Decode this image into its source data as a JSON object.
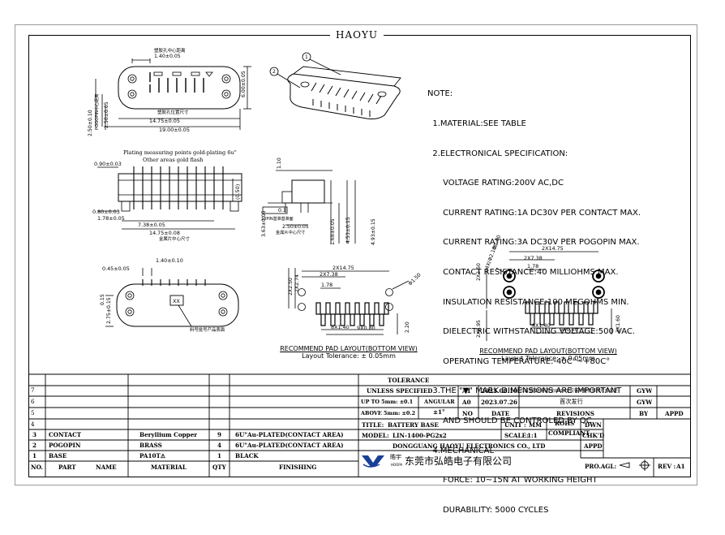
{
  "brand": "HAOYU",
  "notes": {
    "title": "NOTE:",
    "lines": [
      "  1.MATERIAL:SEE TABLE",
      "  2.ELECTRONICAL SPECIFICATION:",
      "      VOLTAGE RATING:200V AC,DC",
      "      CURRENT RATING:1A DC30V PER CONTACT MAX.",
      "      CURRENT RATING:3A DC30V PER POGOPIN MAX.",
      "      CONTACT RESISTANCE:40 MILLIOHMS MAX.",
      "      INSULATION RESISTANCE:100 MEGOHMS MIN.",
      "      DIELECTRIC WITHSTANDING VOLTAGE:500 VAC.",
      "      OPERATING TEMPERATURE:-40C°~+80C°",
      "  3.THE \"▼\" MARK DIMENSIONS ARE IMPORTANT",
      "      AND SHOULD BE CONTROLED BY QC.",
      "  4.MECHANICAL",
      "      FORCE: 10~15N AT WORKING HEIGHT",
      "      DURABILITY: 5000 CYCLES"
    ]
  },
  "drawing": {
    "top_view": {
      "dim_center": "1.40±0.05",
      "dim_center_cn": "塑胶孔中心距离",
      "dim_width_cn": "塑胶孔位置尺寸",
      "dim_a": "14.75±0.05",
      "dim_b": "19.00±0.05",
      "dim_c": "2.50±0.10",
      "dim_d": "2.50±0.05",
      "dim_e": "6.00±0.05",
      "dim_cn_side": "POGOPIN中心距离"
    },
    "side_view": {
      "plating_note": "Plating measuring points gold-plating 6u\"",
      "plating_note2": "Other areas gold flash",
      "dim_a": "0.90±0.03",
      "dim_b": "0.80±0.03",
      "dim_c": "1.78±0.05",
      "dim_d": "7.38±0.05",
      "dim_e": "14.75±0.08",
      "dim_f": "(0.50)",
      "cn_a": "金属片中心尺寸"
    },
    "end_view": {
      "dim_a": "1.10",
      "dim_b": "0.1",
      "dim_c": "2.50±0.05",
      "dim_d": "3.63±0.05",
      "dim_e": "1.68±0.05",
      "dim_f": "4.53±0.15",
      "dim_g": "4.93±0.15",
      "cn_a": "金属片中心尺寸",
      "cn_b": "10PIN基准基准面"
    },
    "bottom_view": {
      "dim_a": "0.45±0.05",
      "dim_b": "1.40±0.10",
      "dim_c": "2.75±0.15",
      "dim_d": "0.15",
      "mark": "XX",
      "cn_a": "料号批号产品表面"
    },
    "pad_left": {
      "dims": [
        "2X14.75",
        "2X7.38",
        "1.78",
        "2X2.50",
        "2X2.74",
        "Φ1.50",
        "8X1.40",
        "9X0.80",
        "2.20"
      ],
      "caption": "RECOMMEND PAD LAYOUT(BOTTOM VIEW)",
      "tolerance": "Layout Tolerance: ± 0.05mm"
    },
    "pad_right": {
      "dims": [
        "2X14.75",
        "2X7.38",
        "1.78",
        "2X2.50",
        "Φ1.00",
        "4X(Φ2.10)",
        "2X2.95",
        "8X1.40",
        "9X0.80",
        "3X1.60"
      ],
      "caption": "RECOMMEND PAD LAYOUT(BOTTOM VIEW)",
      "tolerance": "Layout Tolerance: ± 0.05mm"
    },
    "iso_labels": [
      "1",
      "2"
    ]
  },
  "bom": {
    "rows": [
      {
        "no": "7",
        "part": "",
        "material": "",
        "qty": "",
        "finishing": ""
      },
      {
        "no": "6",
        "part": "",
        "material": "",
        "qty": "",
        "finishing": ""
      },
      {
        "no": "5",
        "part": "",
        "material": "",
        "qty": "",
        "finishing": ""
      },
      {
        "no": "4",
        "part": "",
        "material": "",
        "qty": "",
        "finishing": ""
      },
      {
        "no": "3",
        "part": "CONTACT",
        "material": "Beryllium Copper",
        "qty": "9",
        "finishing": "6U\"Au-PLATED(CONTACT AREA)"
      },
      {
        "no": "2",
        "part": "POGOPIN",
        "material": "BRASS",
        "qty": "4",
        "finishing": "6U\"Au-PLATED(CONTACT AREA)"
      },
      {
        "no": "1",
        "part": "BASE",
        "material": "PA10T⚠",
        "qty": "1",
        "finishing": "BLACK"
      }
    ],
    "header": {
      "no": "NO.",
      "part": "PART",
      "name": "NAME",
      "material": "MATERIAL",
      "qty": "QTY",
      "finishing": "FINISHING"
    }
  },
  "tolerance": {
    "title": "TOLERANCE",
    "unless": "UNLESS  SPECIFIED",
    "up_to": "UP TO 5mm: ±0.1",
    "above": "ABOVE 5mm: ±0.2",
    "angular": "ANGULAR",
    "angular_val": "±1°"
  },
  "revisions": {
    "rows": [
      {
        "rev": "A1",
        "date": "2023.08.10",
        "desc": "⚠将塑胶材料改为PA10T,宏客户要求修改尺寸公差",
        "by": "GYW"
      },
      {
        "rev": "A0",
        "date": "2023.07.26",
        "desc": "首次发行",
        "by": "GYW"
      }
    ],
    "header": {
      "no": "NO",
      "date": "DATE",
      "revisions": "REVISIONS",
      "by": "BY",
      "appd": "APPD"
    }
  },
  "title_block": {
    "title_label": "TITLE:",
    "title": "BATTERY BASE",
    "unit_label": "UNIT :",
    "unit": "MM",
    "rohs": "ROHS",
    "compliant": "COMPLIANT",
    "dwn": "DWN",
    "chkd": "CHK'D",
    "appd": "APPD",
    "model_label": "MODEL:",
    "model": "LIN-1400-PG2x2",
    "scale_label": "SCALE:",
    "scale": "1:1",
    "company": "DONGGUANG HAOYU ELECTRONICS CO., LTD",
    "company_cn": "东莞市弘皓电子有限公司",
    "logo_text": "皓宇",
    "logo_sub": "HOOPA",
    "proj_label": "PRO.AGL:",
    "rev_label": "REV :",
    "rev": "A1"
  },
  "colors": {
    "line": "#000000",
    "frame": "#9a9a9a",
    "paper": "#ffffff",
    "logo": "#1a3f9a"
  }
}
